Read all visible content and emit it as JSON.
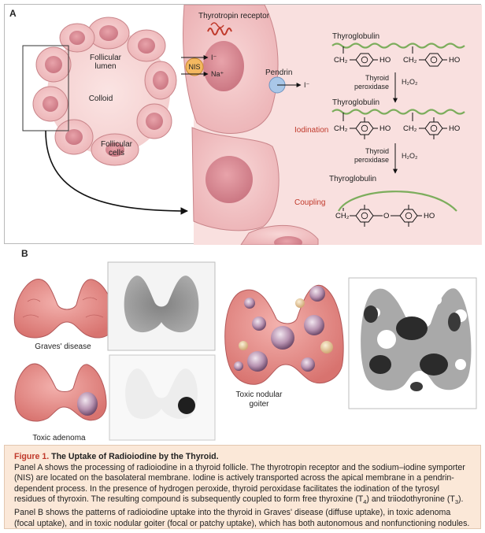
{
  "panel_a": {
    "label": "A",
    "follicle": {
      "lumen_label_1": "Follicular",
      "lumen_label_2": "lumen",
      "colloid_label": "Colloid",
      "cells_label_1": "Follicular",
      "cells_label_2": "cells"
    },
    "receptor_label": "Thyrotropin receptor",
    "nis_label": "NIS",
    "iodide_in": "I⁻",
    "sodium": "Na⁺",
    "pendrin_label": "Pendrin",
    "iodide_out": "I⁻",
    "thyroglobulin_1": "Thyroglobulin",
    "thyroglobulin_2": "Thyroglobulin",
    "thyroglobulin_3": "Thyroglobulin",
    "ch2": "CH₂",
    "ho": "HO",
    "thyroid_1": "Thyroid",
    "peroxidase_1": "peroxidase",
    "h2o2_1": "H₂O₂",
    "thyroid_2": "Thyroid",
    "peroxidase_2": "peroxidase",
    "h2o2_2": "H₂O₂",
    "iodination_label": "Iodination",
    "coupling_label": "Coupling",
    "oxygen": "O"
  },
  "panel_b": {
    "label": "B",
    "graves_label": "Graves' disease",
    "toxic_adenoma_label": "Toxic adenoma",
    "toxic_nodular_label_1": "Toxic nodular",
    "toxic_nodular_label_2": "goiter"
  },
  "caption": {
    "figure_number": "Figure 1.",
    "title": "The Uptake of Radioiodine by the Thyroid.",
    "body_1": "Panel A shows the processing of radioiodine in a thyroid follicle. The thyrotropin receptor and the sodium–iodine symporter (NIS) are located on the basolateral membrane. Iodine is actively transported across the apical membrane in a pendrin-dependent process. In the presence of hydrogen peroxide, thyroid peroxidase facilitates the iodination of the tyrosyl residues of thyroxin. The resulting compound is subsequently coupled to form free thyroxine (T",
    "t4_sub": "4",
    "body_2": ") and triiodothyronine (T",
    "t3_sub": "3",
    "body_3": "). Panel B shows the patterns of radioiodine uptake into the thyroid in Graves' disease (diffuse uptake), in toxic adenoma (focal uptake), and in toxic nodular goiter (focal or patchy uptake), which has both autonomous and nonfunctioning nodules."
  },
  "colors": {
    "cell_fill": "#f2c3c4",
    "cell_border": "#c9858a",
    "nucleus": "#d98b93",
    "colloid": "#f9dada",
    "chain_green": "#7cad5c",
    "accent_red": "#c0392b",
    "nis_orange": "#f4b860",
    "pendrin_blue": "#a9c7e8",
    "caption_bg": "#fbe8d8"
  }
}
